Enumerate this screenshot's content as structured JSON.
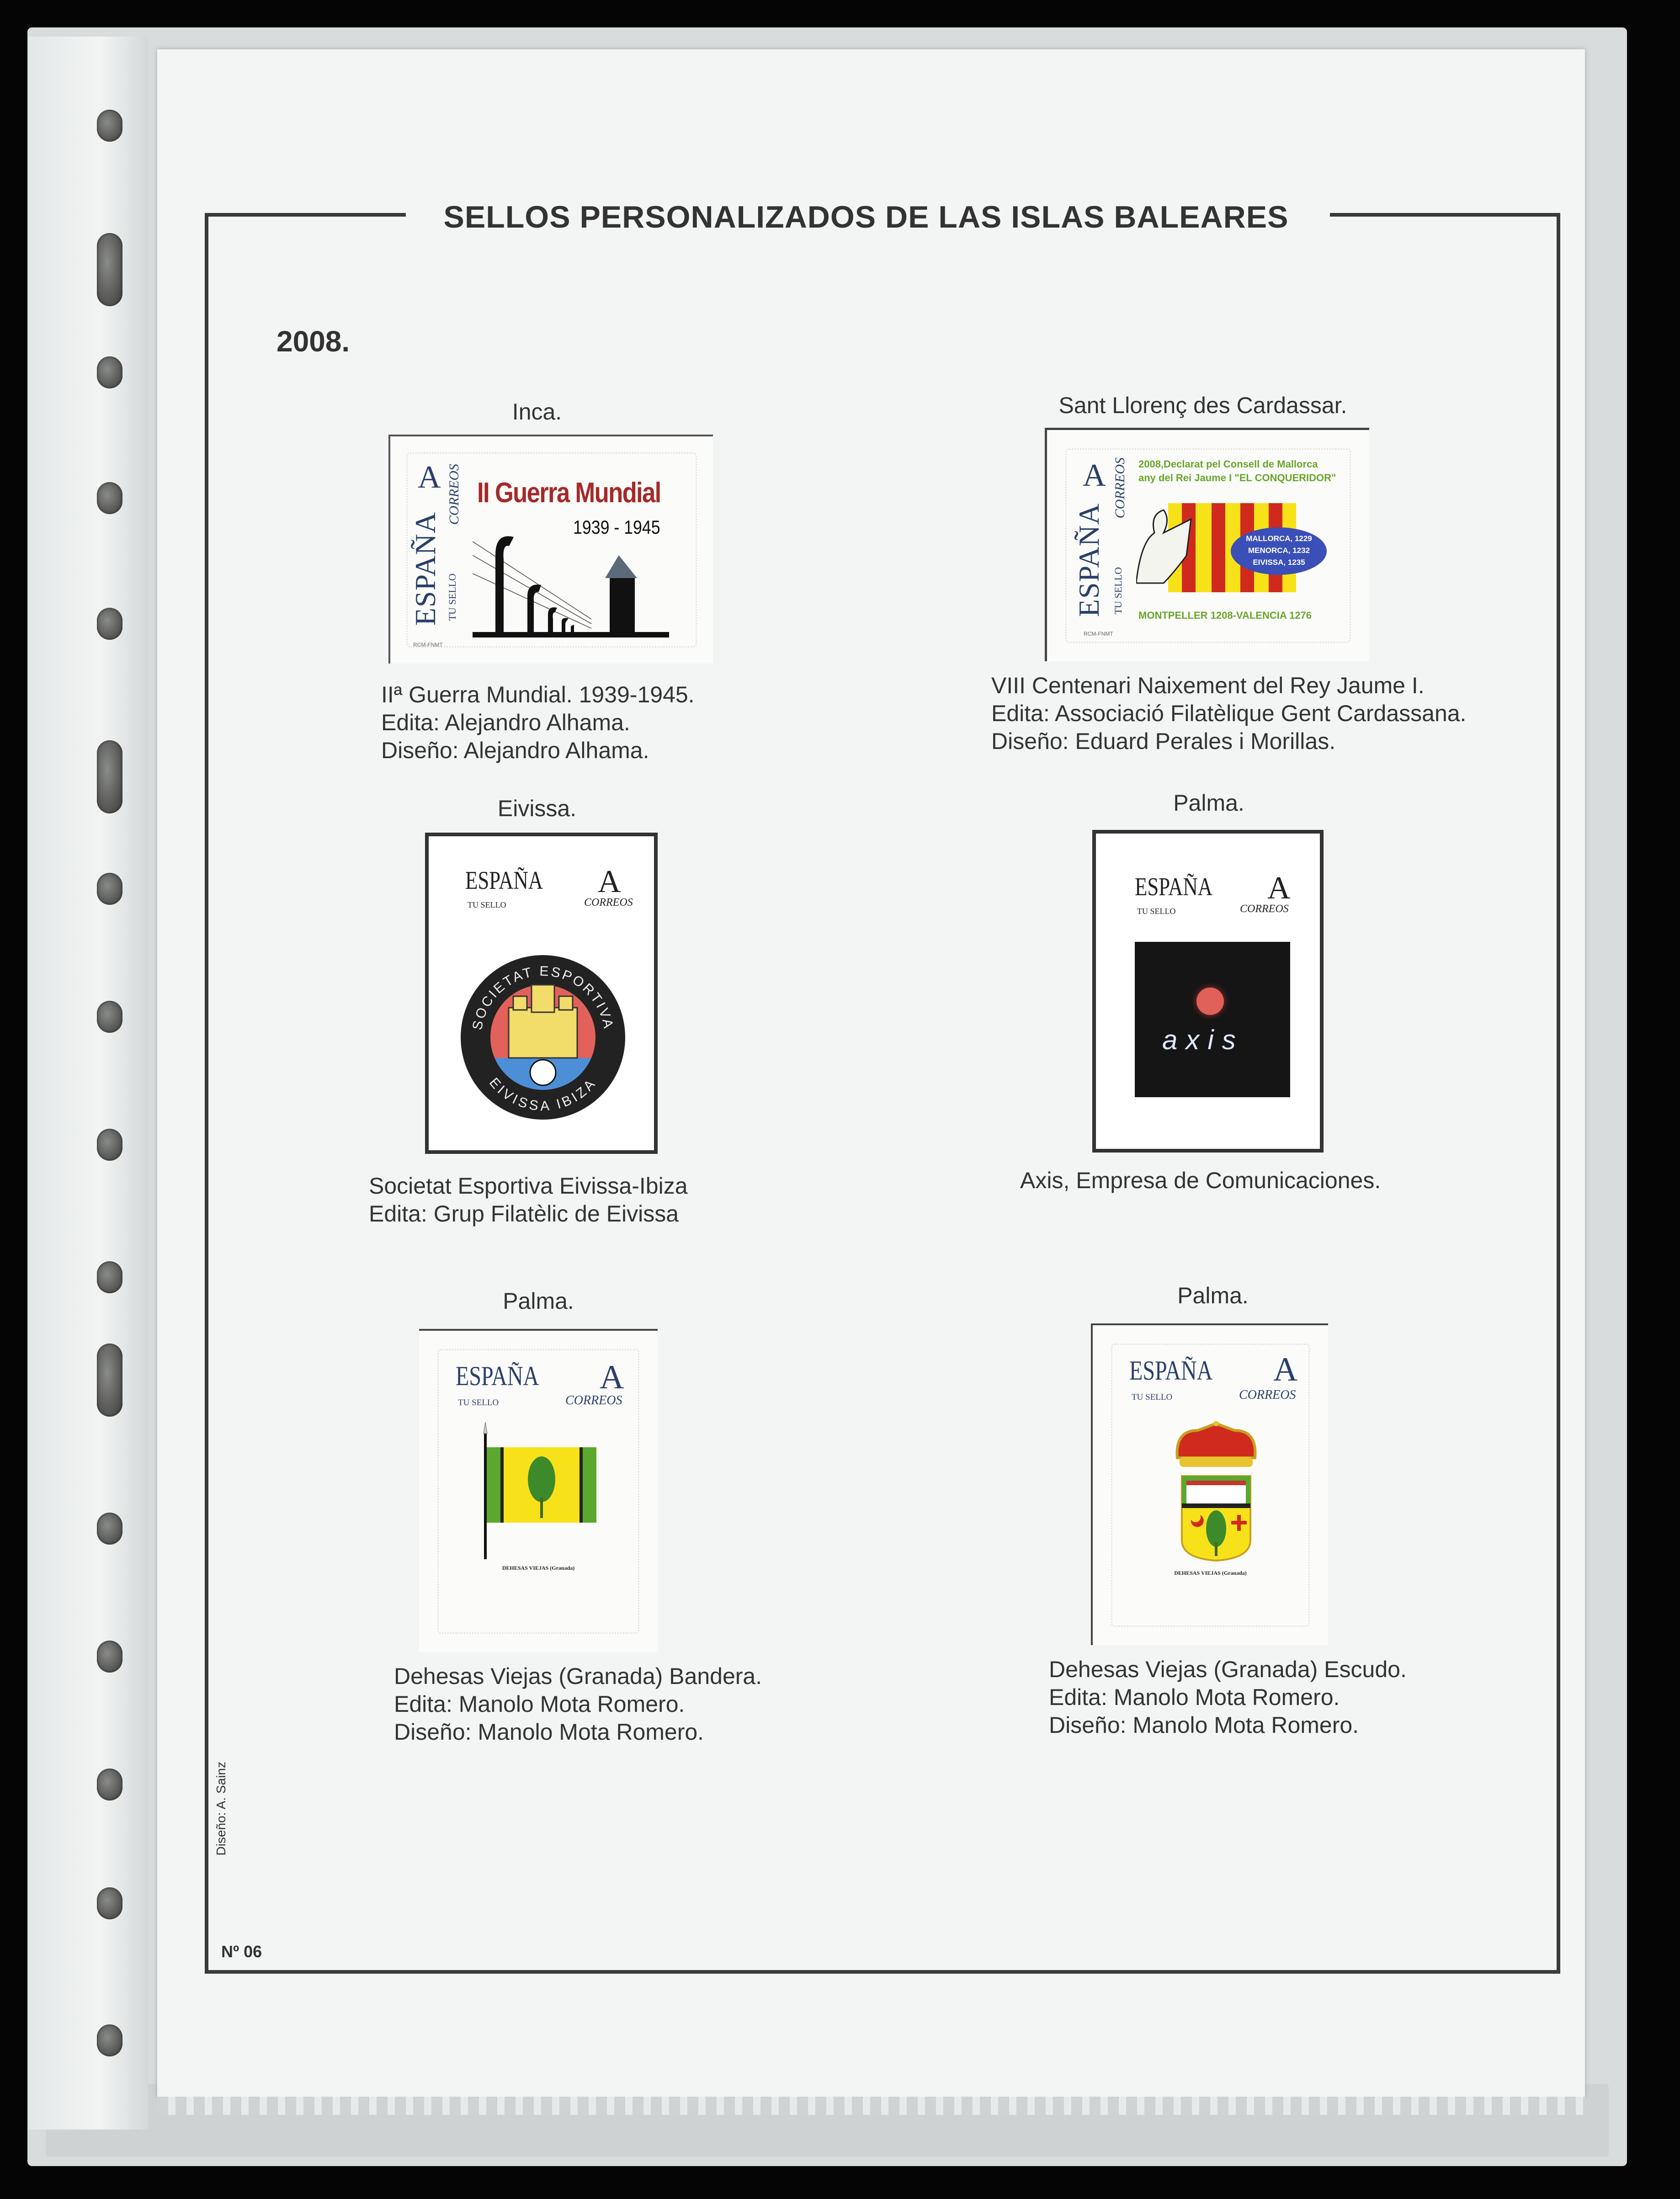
{
  "page": {
    "title": "SELLOS PERSONALIZADOS DE LAS ISLAS BALEARES",
    "year": "2008.",
    "designer_credit": "Diseño: A. Sainz",
    "page_number": "Nº 06"
  },
  "stamp_common": {
    "country": "ESPAÑA",
    "value": "A",
    "postal": "CORREOS",
    "series": "TU SELLO",
    "printer": "RCM-FNMT"
  },
  "stamps": [
    {
      "location": "Inca.",
      "caption": [
        "IIª Guerra Mundial. 1939-1945.",
        "Edita: Alejandro Alhama.",
        "Diseño: Alejandro Alhama."
      ],
      "design_title": "II Guerra Mundial",
      "design_years": "1939 - 1945"
    },
    {
      "location": "Sant Llorenç des Cardassar.",
      "caption": [
        "VIII Centenari Naixement del Rey Jaume I.",
        "Edita: Associació Filatèlique Gent Cardassana.",
        "Diseño: Eduard Perales i Morillas."
      ],
      "design_line1": "2008,Declarat pel Consell de Mallorca",
      "design_line2": "any del Rei Jaume I \"EL CONQUERIDOR\"",
      "oval_lines": [
        "MALLORCA, 1229",
        "MENORCA, 1232",
        "EIVISSA, 1235"
      ],
      "design_bottom": "MONTPELLER 1208-VALENCIA 1276"
    },
    {
      "location": "Eivissa.",
      "caption": [
        "Societat Esportiva Eivissa-Ibiza",
        "Edita: Grup Filatèlic de Eivissa"
      ],
      "emblem_top": "SOCIETAT ESPORTIVA",
      "emblem_bottom": "EIVISSA IBIZA"
    },
    {
      "location": "Palma.",
      "caption": [
        "Axis, Empresa de Comunicaciones."
      ],
      "logo_text": "axis"
    },
    {
      "location": "Palma.",
      "caption": [
        "Dehesas Viejas (Granada) Bandera.",
        "Edita: Manolo Mota Romero.",
        "Diseño: Manolo Mota Romero."
      ],
      "design_label": "DEHESAS VIEJAS (Granada)"
    },
    {
      "location": "Palma.",
      "caption": [
        "Dehesas Viejas (Granada) Escudo.",
        "Edita: Manolo Mota Romero.",
        "Diseño: Manolo Mota Romero."
      ],
      "design_label": "DEHESAS VIEJAS (Granada)"
    }
  ],
  "colors": {
    "frame": "#3a3a3a",
    "stamp_blue": "#2a3f6b",
    "ww2_red": "#a52a2a",
    "senyera_red": "#d02a1e",
    "senyera_yellow": "#f7e21a",
    "oval_blue": "#3b4fb8",
    "green_text": "#6aa52a"
  }
}
